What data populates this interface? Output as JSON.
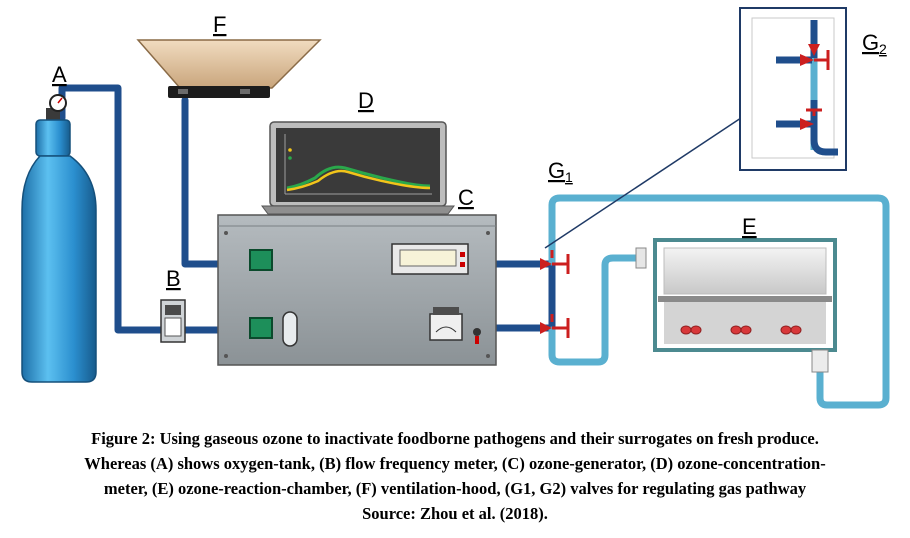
{
  "labels": {
    "a": "A",
    "b": "B",
    "c": "C",
    "d": "D",
    "e": "E",
    "f": "F",
    "g1_letter": "G",
    "g1_sub": "1",
    "g2_letter": "G",
    "g2_sub": "2"
  },
  "caption": {
    "line1": "Figure 2: Using gaseous ozone to inactivate foodborne pathogens and their surrogates on fresh produce.",
    "line2": "Whereas (A) shows oxygen-tank, (B) flow frequency meter, (C) ozone-generator, (D) ozone-concentration-",
    "line3": "meter, (E) ozone-reaction-chamber, (F) ventilation-hood, (G1, G2) valves for regulating gas pathway",
    "line4": "Source: Zhou et al. (2018)."
  },
  "colors": {
    "dark_pipe": "#1f4e8c",
    "light_pipe": "#5ab0d0",
    "tank": "#2f9ad8",
    "generator": "#9aa1a6",
    "valve": "#cc1f1f",
    "chamber_frame": "#4c8a90",
    "produce": "#d8383a"
  },
  "icons": {
    "gauge": "pressure-gauge-icon",
    "valve": "valve-icon",
    "laptop": "laptop-icon"
  }
}
